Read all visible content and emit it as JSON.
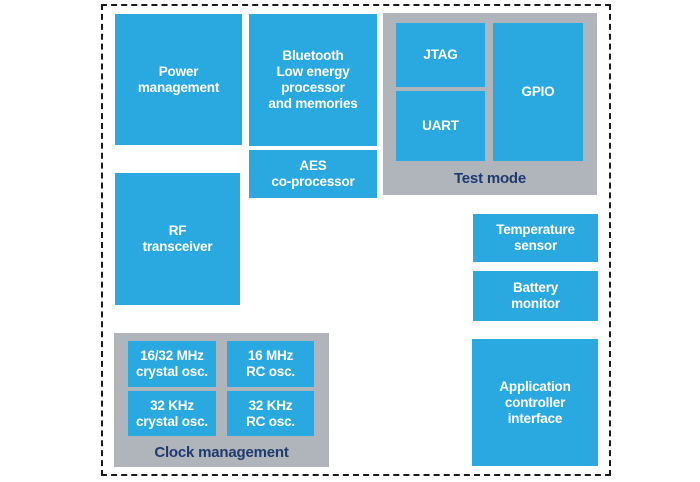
{
  "colors": {
    "block_blue": "#29a9e0",
    "group_gray": "#afb5ba",
    "label_navy": "#1f3a6e",
    "text_white": "#ffffff",
    "border": "#1a1a1a"
  },
  "diagram": {
    "blocks": {
      "power_management": {
        "label": [
          "Power",
          "management"
        ]
      },
      "bluetooth_processor": {
        "label": [
          "Bluetooth",
          "Low energy",
          "processor",
          "and memories"
        ]
      },
      "aes_coprocessor": {
        "label": [
          "AES",
          "co-processor"
        ]
      },
      "rf_transceiver": {
        "label": [
          "RF",
          "transceiver"
        ]
      },
      "temperature_sensor": {
        "label": [
          "Temperature",
          "sensor"
        ]
      },
      "battery_monitor": {
        "label": [
          "Battery",
          "monitor"
        ]
      },
      "application_controller_interface": {
        "label": [
          "Application",
          "controller",
          "interface"
        ]
      }
    },
    "groups": {
      "test_mode": {
        "label": "Test mode",
        "blocks": {
          "jtag": {
            "label": "JTAG"
          },
          "uart": {
            "label": "UART"
          },
          "gpio": {
            "label": "GPIO"
          }
        }
      },
      "clock_management": {
        "label": "Clock management",
        "blocks": {
          "crystal_16_32_mhz": {
            "label": [
              "16/32 MHz",
              "crystal osc."
            ]
          },
          "rc_16_mhz": {
            "label": [
              "16 MHz",
              "RC osc."
            ]
          },
          "crystal_32_khz": {
            "label": [
              "32 KHz",
              "crystal osc."
            ]
          },
          "rc_32_khz": {
            "label": [
              "32 KHz",
              "RC osc."
            ]
          }
        }
      }
    }
  }
}
